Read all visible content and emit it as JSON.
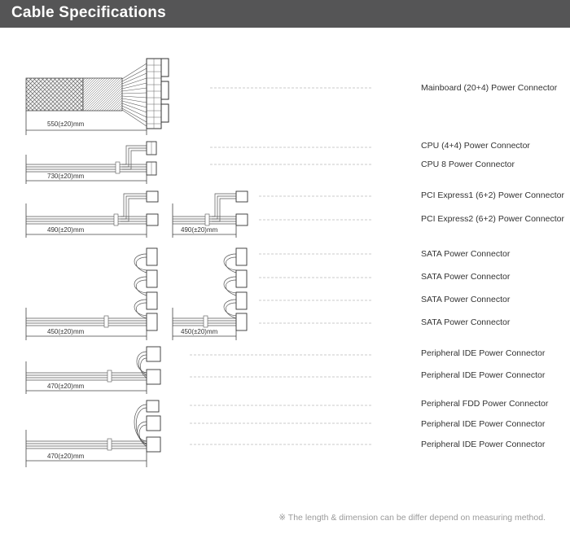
{
  "header": {
    "title": "Cable Specifications"
  },
  "connectors": [
    "Mainboard (20+4) Power Connector",
    "CPU (4+4) Power Connector",
    "CPU 8 Power Connector",
    "PCI Express1 (6+2) Power Connector",
    "PCI Express2 (6+2) Power Connector",
    "SATA Power Connector",
    "SATA Power Connector",
    "SATA Power Connector",
    "SATA Power Connector",
    "Peripheral IDE Power Connector",
    "Peripheral IDE Power Connector",
    "Peripheral FDD Power Connector",
    "Peripheral IDE Power Connector",
    "Peripheral IDE Power Connector"
  ],
  "dimensions": {
    "mainboard": "550(±20)mm",
    "cpu": "730(±20)mm",
    "pcie_1": "490(±20)mm",
    "pcie_2": "490(±20)mm",
    "sata_1": "450(±20)mm",
    "sata_2": "450(±20)mm",
    "ide": "470(±20)mm",
    "fdd_ide": "470(±20)mm"
  },
  "note": "※ The length & dimension can be differ depend on measuring method."
}
